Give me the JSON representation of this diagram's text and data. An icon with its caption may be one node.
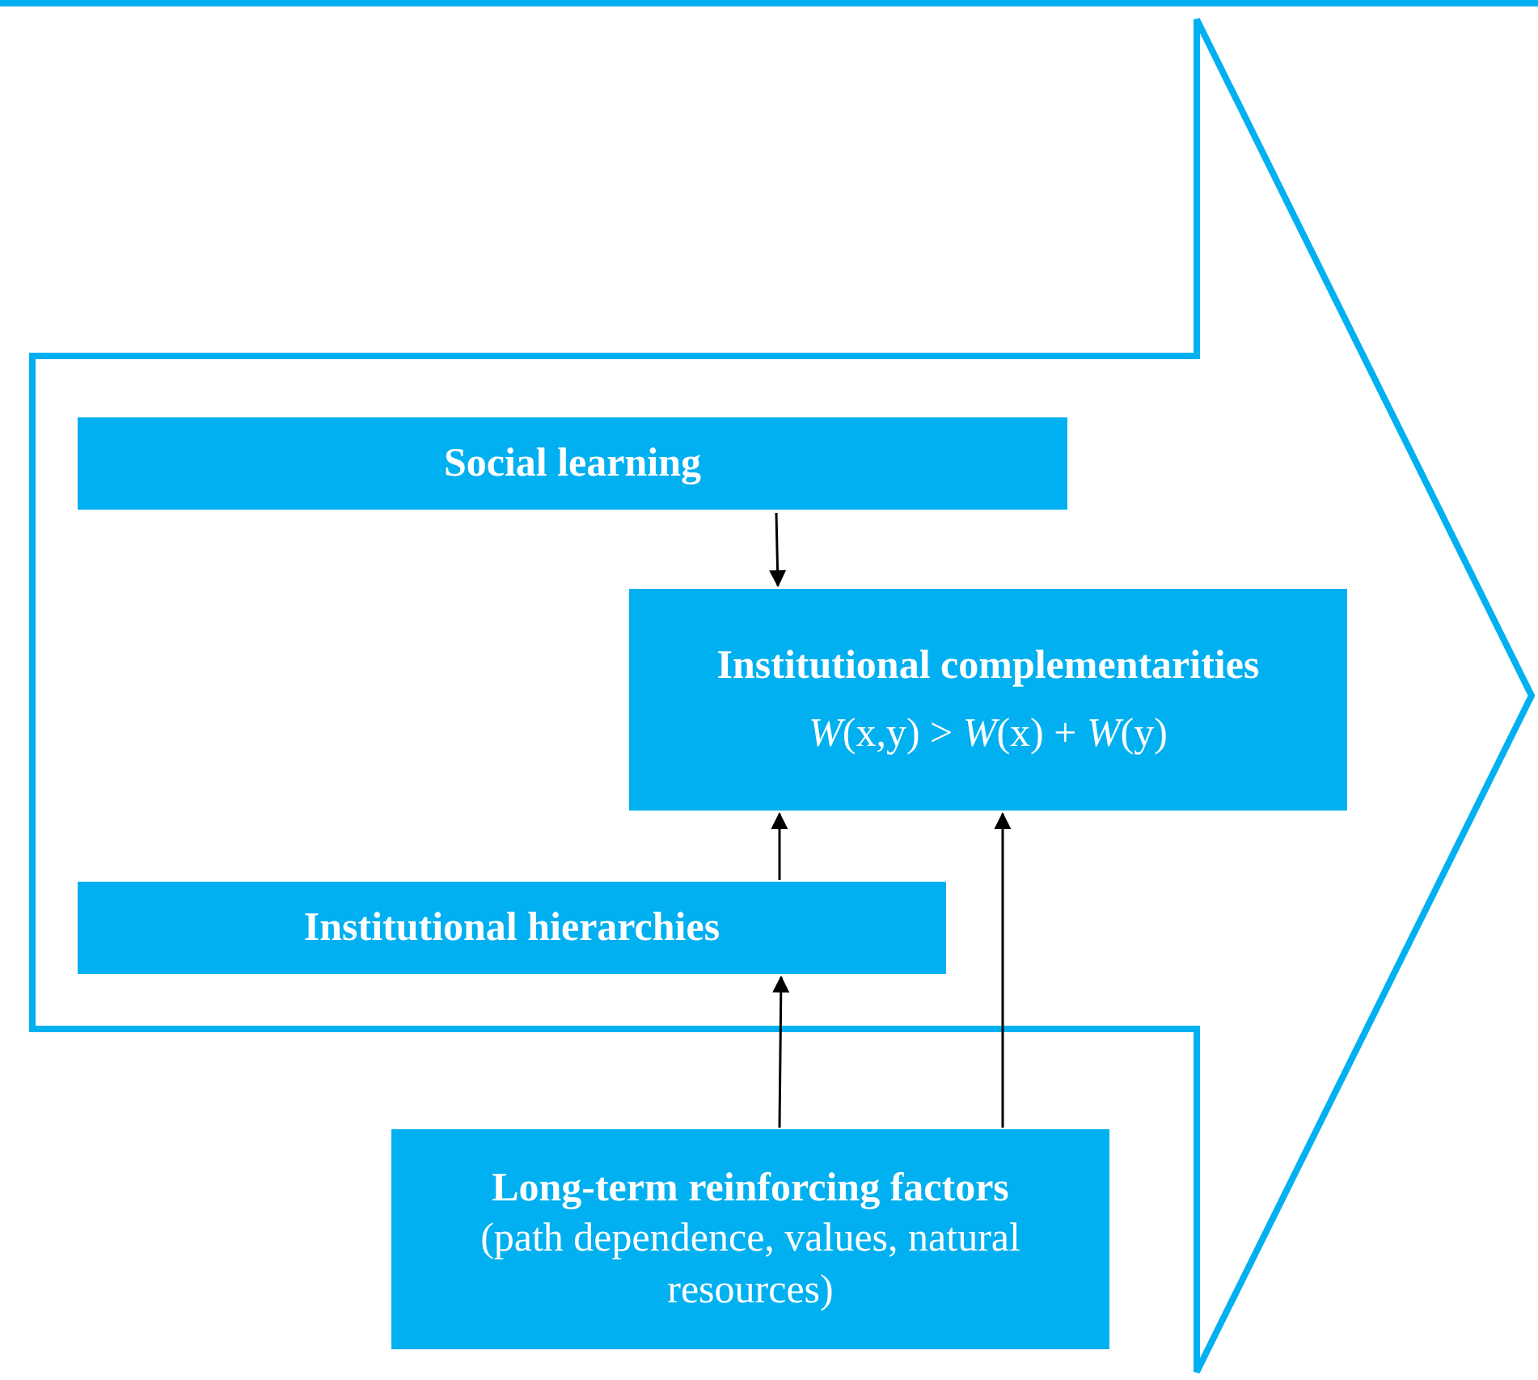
{
  "diagram": {
    "nodes": [
      {
        "text": [
          "Social learning"
        ]
      },
      {
        "text": [
          "Institutional complementarities",
          "*W*(x,y) > *W*(x) + *W*(y)"
        ]
      },
      {
        "text": [
          "Institutional hierarchies"
        ]
      },
      {
        "text": [
          "Long-term reinforcing factors",
          "(path dependence, values, natural resources)"
        ]
      }
    ],
    "edges": [
      {
        "from": 0,
        "to": 1,
        "arrow": "to"
      },
      {
        "from": 2,
        "to": 1,
        "arrow": "to"
      },
      {
        "from": 3,
        "to": 2,
        "arrow": "to"
      },
      {
        "from": 3,
        "to": 1,
        "arrow": "to"
      }
    ]
  }
}
